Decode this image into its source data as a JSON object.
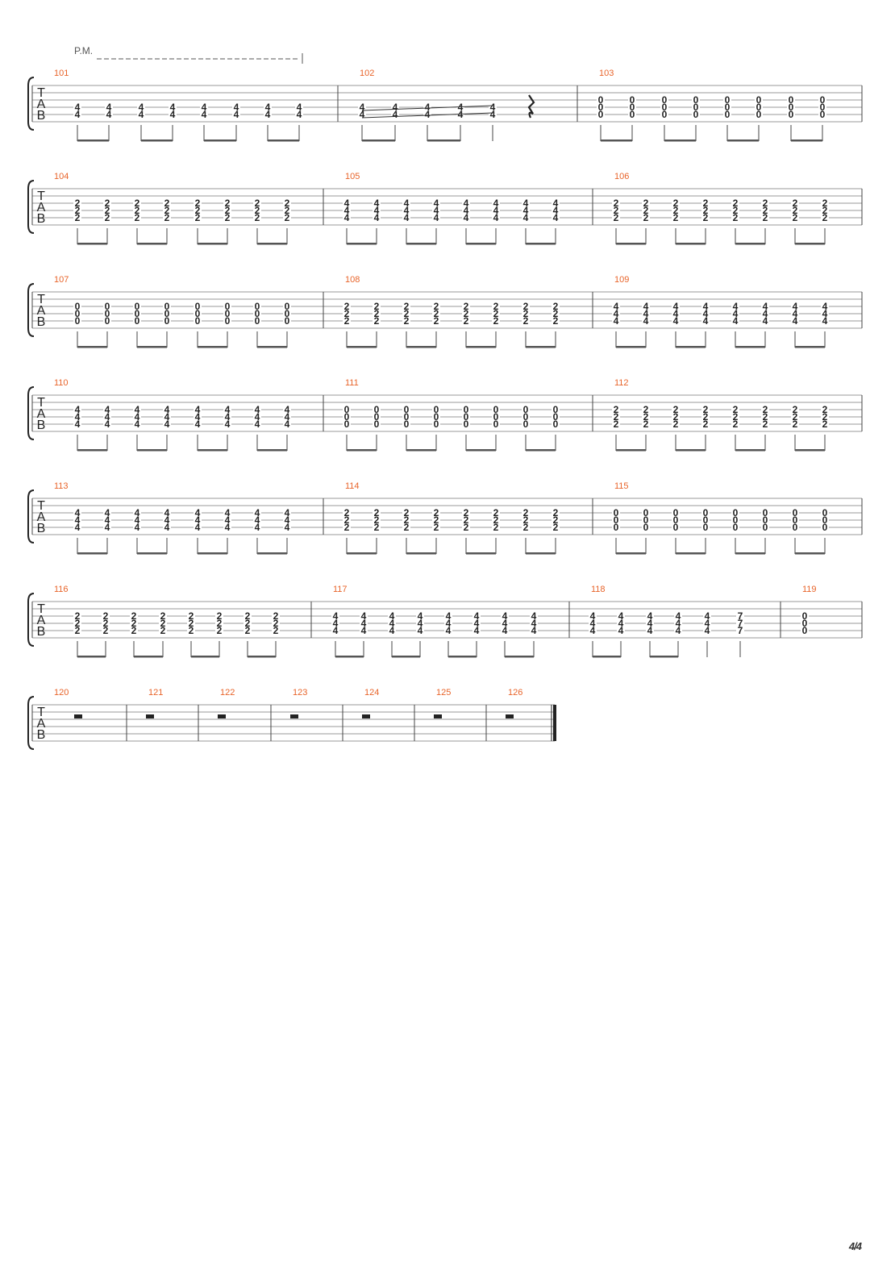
{
  "annotation": {
    "palm_mute": "P.M."
  },
  "page_number": "4/4",
  "clef": [
    "T",
    "A",
    "B"
  ],
  "colors": {
    "measure_number": "#e8642a",
    "ink": "#222222",
    "staff_line": "#9a9a9a"
  },
  "systems": [
    {
      "measures": [
        {
          "number": "101",
          "notes": [
            [
              "4",
              "4"
            ],
            [
              "4",
              "4"
            ],
            [
              "4",
              "4"
            ],
            [
              "4",
              "4"
            ],
            [
              "4",
              "4"
            ],
            [
              "4",
              "4"
            ],
            [
              "4",
              "4"
            ],
            [
              "4",
              "4"
            ]
          ],
          "string_start": 3
        },
        {
          "number": "102",
          "notes": [
            [
              "4",
              "4"
            ],
            [
              "4",
              "4"
            ],
            [
              "4",
              "4"
            ],
            [
              "4",
              "4"
            ],
            [
              "4",
              "4"
            ]
          ],
          "string_start": 3,
          "slide": true,
          "rest": "quarter"
        },
        {
          "number": "103",
          "notes": [
            [
              "0",
              "0",
              "0"
            ],
            [
              "0",
              "0",
              "0"
            ],
            [
              "0",
              "0",
              "0"
            ],
            [
              "0",
              "0",
              "0"
            ],
            [
              "0",
              "0",
              "0"
            ],
            [
              "0",
              "0",
              "0"
            ],
            [
              "0",
              "0",
              "0"
            ],
            [
              "0",
              "0",
              "0"
            ]
          ],
          "string_start": 2
        }
      ]
    },
    {
      "measures": [
        {
          "number": "104",
          "notes": [
            [
              "2",
              "2",
              "2"
            ],
            [
              "2",
              "2",
              "2"
            ],
            [
              "2",
              "2",
              "2"
            ],
            [
              "2",
              "2",
              "2"
            ],
            [
              "2",
              "2",
              "2"
            ],
            [
              "2",
              "2",
              "2"
            ],
            [
              "2",
              "2",
              "2"
            ],
            [
              "2",
              "2",
              "2"
            ]
          ],
          "string_start": 2
        },
        {
          "number": "105",
          "notes": [
            [
              "4",
              "4",
              "4"
            ],
            [
              "4",
              "4",
              "4"
            ],
            [
              "4",
              "4",
              "4"
            ],
            [
              "4",
              "4",
              "4"
            ],
            [
              "4",
              "4",
              "4"
            ],
            [
              "4",
              "4",
              "4"
            ],
            [
              "4",
              "4",
              "4"
            ],
            [
              "4",
              "4",
              "4"
            ]
          ],
          "string_start": 2
        },
        {
          "number": "106",
          "notes": [
            [
              "2",
              "2",
              "2"
            ],
            [
              "2",
              "2",
              "2"
            ],
            [
              "2",
              "2",
              "2"
            ],
            [
              "2",
              "2",
              "2"
            ],
            [
              "2",
              "2",
              "2"
            ],
            [
              "2",
              "2",
              "2"
            ],
            [
              "2",
              "2",
              "2"
            ],
            [
              "2",
              "2",
              "2"
            ]
          ],
          "string_start": 2
        }
      ]
    },
    {
      "measures": [
        {
          "number": "107",
          "notes": [
            [
              "0",
              "0",
              "0"
            ],
            [
              "0",
              "0",
              "0"
            ],
            [
              "0",
              "0",
              "0"
            ],
            [
              "0",
              "0",
              "0"
            ],
            [
              "0",
              "0",
              "0"
            ],
            [
              "0",
              "0",
              "0"
            ],
            [
              "0",
              "0",
              "0"
            ],
            [
              "0",
              "0",
              "0"
            ]
          ],
          "string_start": 2
        },
        {
          "number": "108",
          "notes": [
            [
              "2",
              "2",
              "2"
            ],
            [
              "2",
              "2",
              "2"
            ],
            [
              "2",
              "2",
              "2"
            ],
            [
              "2",
              "2",
              "2"
            ],
            [
              "2",
              "2",
              "2"
            ],
            [
              "2",
              "2",
              "2"
            ],
            [
              "2",
              "2",
              "2"
            ],
            [
              "2",
              "2",
              "2"
            ]
          ],
          "string_start": 2
        },
        {
          "number": "109",
          "notes": [
            [
              "4",
              "4",
              "4"
            ],
            [
              "4",
              "4",
              "4"
            ],
            [
              "4",
              "4",
              "4"
            ],
            [
              "4",
              "4",
              "4"
            ],
            [
              "4",
              "4",
              "4"
            ],
            [
              "4",
              "4",
              "4"
            ],
            [
              "4",
              "4",
              "4"
            ],
            [
              "4",
              "4",
              "4"
            ]
          ],
          "string_start": 2
        }
      ]
    },
    {
      "measures": [
        {
          "number": "110",
          "notes": [
            [
              "4",
              "4",
              "4"
            ],
            [
              "4",
              "4",
              "4"
            ],
            [
              "4",
              "4",
              "4"
            ],
            [
              "4",
              "4",
              "4"
            ],
            [
              "4",
              "4",
              "4"
            ],
            [
              "4",
              "4",
              "4"
            ],
            [
              "4",
              "4",
              "4"
            ],
            [
              "4",
              "4",
              "4"
            ]
          ],
          "string_start": 2
        },
        {
          "number": "111",
          "notes": [
            [
              "0",
              "0",
              "0"
            ],
            [
              "0",
              "0",
              "0"
            ],
            [
              "0",
              "0",
              "0"
            ],
            [
              "0",
              "0",
              "0"
            ],
            [
              "0",
              "0",
              "0"
            ],
            [
              "0",
              "0",
              "0"
            ],
            [
              "0",
              "0",
              "0"
            ],
            [
              "0",
              "0",
              "0"
            ]
          ],
          "string_start": 2
        },
        {
          "number": "112",
          "notes": [
            [
              "2",
              "2",
              "2"
            ],
            [
              "2",
              "2",
              "2"
            ],
            [
              "2",
              "2",
              "2"
            ],
            [
              "2",
              "2",
              "2"
            ],
            [
              "2",
              "2",
              "2"
            ],
            [
              "2",
              "2",
              "2"
            ],
            [
              "2",
              "2",
              "2"
            ],
            [
              "2",
              "2",
              "2"
            ]
          ],
          "string_start": 2
        }
      ]
    },
    {
      "measures": [
        {
          "number": "113",
          "notes": [
            [
              "4",
              "4",
              "4"
            ],
            [
              "4",
              "4",
              "4"
            ],
            [
              "4",
              "4",
              "4"
            ],
            [
              "4",
              "4",
              "4"
            ],
            [
              "4",
              "4",
              "4"
            ],
            [
              "4",
              "4",
              "4"
            ],
            [
              "4",
              "4",
              "4"
            ],
            [
              "4",
              "4",
              "4"
            ]
          ],
          "string_start": 2
        },
        {
          "number": "114",
          "notes": [
            [
              "2",
              "2",
              "2"
            ],
            [
              "2",
              "2",
              "2"
            ],
            [
              "2",
              "2",
              "2"
            ],
            [
              "2",
              "2",
              "2"
            ],
            [
              "2",
              "2",
              "2"
            ],
            [
              "2",
              "2",
              "2"
            ],
            [
              "2",
              "2",
              "2"
            ],
            [
              "2",
              "2",
              "2"
            ]
          ],
          "string_start": 2
        },
        {
          "number": "115",
          "notes": [
            [
              "0",
              "0",
              "0"
            ],
            [
              "0",
              "0",
              "0"
            ],
            [
              "0",
              "0",
              "0"
            ],
            [
              "0",
              "0",
              "0"
            ],
            [
              "0",
              "0",
              "0"
            ],
            [
              "0",
              "0",
              "0"
            ],
            [
              "0",
              "0",
              "0"
            ],
            [
              "0",
              "0",
              "0"
            ]
          ],
          "string_start": 2
        }
      ]
    },
    {
      "measures": [
        {
          "number": "116",
          "notes": [
            [
              "2",
              "2",
              "2"
            ],
            [
              "2",
              "2",
              "2"
            ],
            [
              "2",
              "2",
              "2"
            ],
            [
              "2",
              "2",
              "2"
            ],
            [
              "2",
              "2",
              "2"
            ],
            [
              "2",
              "2",
              "2"
            ],
            [
              "2",
              "2",
              "2"
            ],
            [
              "2",
              "2",
              "2"
            ]
          ],
          "string_start": 2
        },
        {
          "number": "117",
          "notes": [
            [
              "4",
              "4",
              "4"
            ],
            [
              "4",
              "4",
              "4"
            ],
            [
              "4",
              "4",
              "4"
            ],
            [
              "4",
              "4",
              "4"
            ],
            [
              "4",
              "4",
              "4"
            ],
            [
              "4",
              "4",
              "4"
            ],
            [
              "4",
              "4",
              "4"
            ],
            [
              "4",
              "4",
              "4"
            ]
          ],
          "string_start": 2
        },
        {
          "number": "118",
          "notes": [
            [
              "4",
              "4",
              "4"
            ],
            [
              "4",
              "4",
              "4"
            ],
            [
              "4",
              "4",
              "4"
            ],
            [
              "4",
              "4",
              "4"
            ],
            [
              "4",
              "4",
              "4"
            ],
            [
              "7",
              "7",
              "7"
            ]
          ],
          "string_start": 2,
          "beam_groups": [
            2,
            2,
            1,
            1
          ]
        },
        {
          "number": "119",
          "notes": [
            [
              "0",
              "0",
              "0"
            ]
          ],
          "string_start": 2,
          "no_stem": true
        }
      ]
    },
    {
      "measures": [
        {
          "number": "120",
          "rest": "whole"
        },
        {
          "number": "121",
          "rest": "whole"
        },
        {
          "number": "122",
          "rest": "whole"
        },
        {
          "number": "123",
          "rest": "whole"
        },
        {
          "number": "124",
          "rest": "whole"
        },
        {
          "number": "125",
          "rest": "whole"
        },
        {
          "number": "126",
          "rest": "whole",
          "final": true
        }
      ]
    }
  ]
}
